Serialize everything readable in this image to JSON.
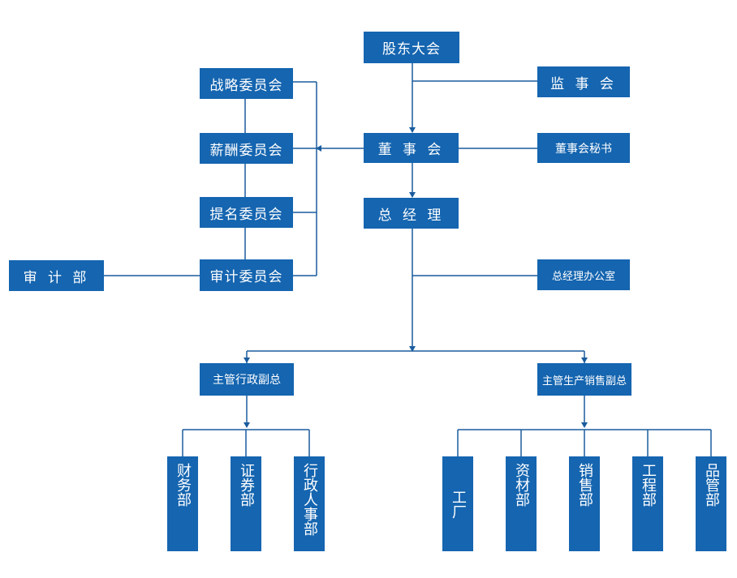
{
  "org_chart": {
    "shareholders_meeting": "股东大会",
    "supervisory_board": "监 事 会",
    "board_of_directors": "董 事 会",
    "board_secretary": "董事会秘书",
    "general_manager": "总 经 理",
    "gm_office": "总经理办公室",
    "strategy_committee": "战略委员会",
    "compensation_committee": "薪酬委员会",
    "nomination_committee": "提名委员会",
    "audit_committee": "审计委员会",
    "audit_department": "审 计 部",
    "admin_vp": "主管行政副总",
    "production_sales_vp": "主管生产销售副总",
    "finance_department": "财务部",
    "securities_department": "证券部",
    "admin_hr_department": "行政人事部",
    "factory": "工厂",
    "materials_department": "资材部",
    "sales_department": "销售部",
    "engineering_department": "工程部",
    "quality_department": "品管部"
  },
  "colors": {
    "box": "#1565b0",
    "line": "#1a5c9e"
  }
}
